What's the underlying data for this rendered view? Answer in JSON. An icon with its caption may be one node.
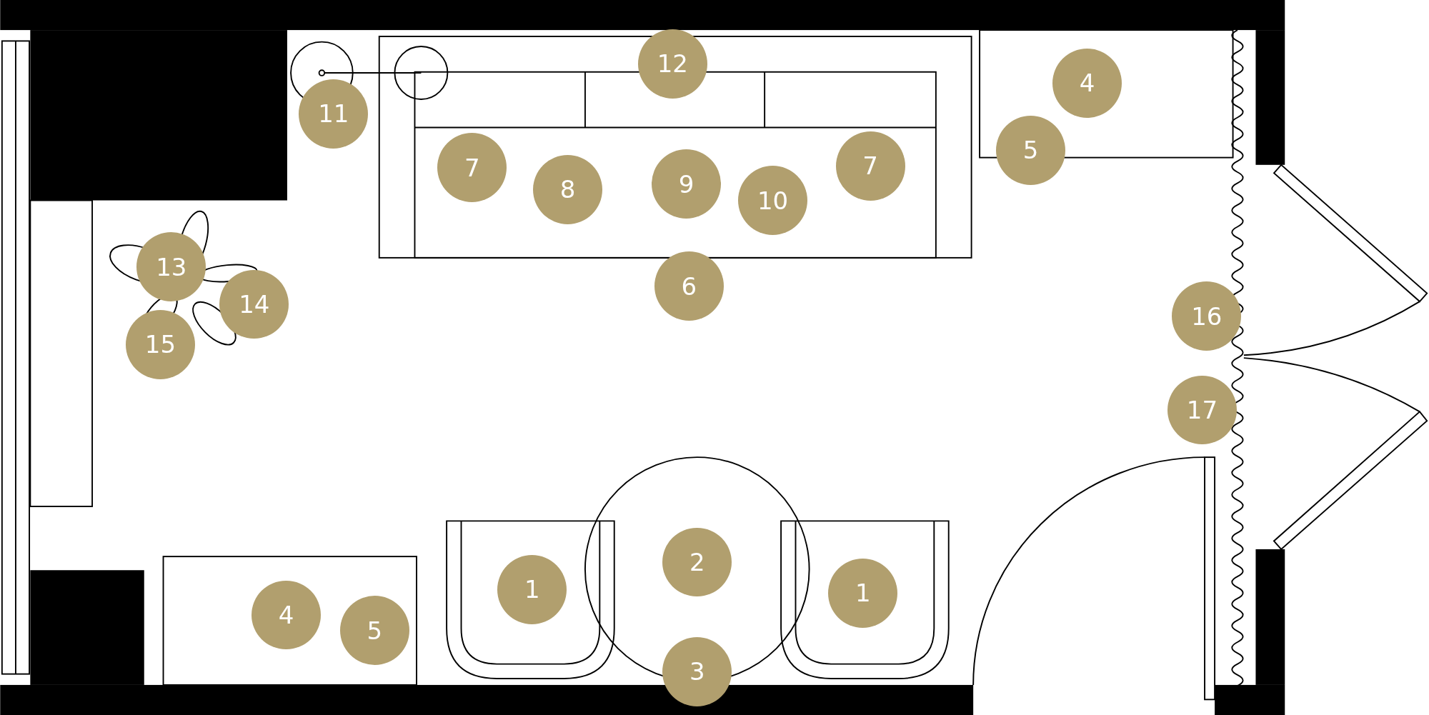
{
  "diagram": {
    "labels": [
      "12",
      "4",
      "11",
      "5",
      "7",
      "7",
      "9",
      "8",
      "10",
      "13",
      "6",
      "14",
      "16",
      "15",
      "17",
      "2",
      "1",
      "1",
      "4",
      "5",
      "3"
    ]
  }
}
